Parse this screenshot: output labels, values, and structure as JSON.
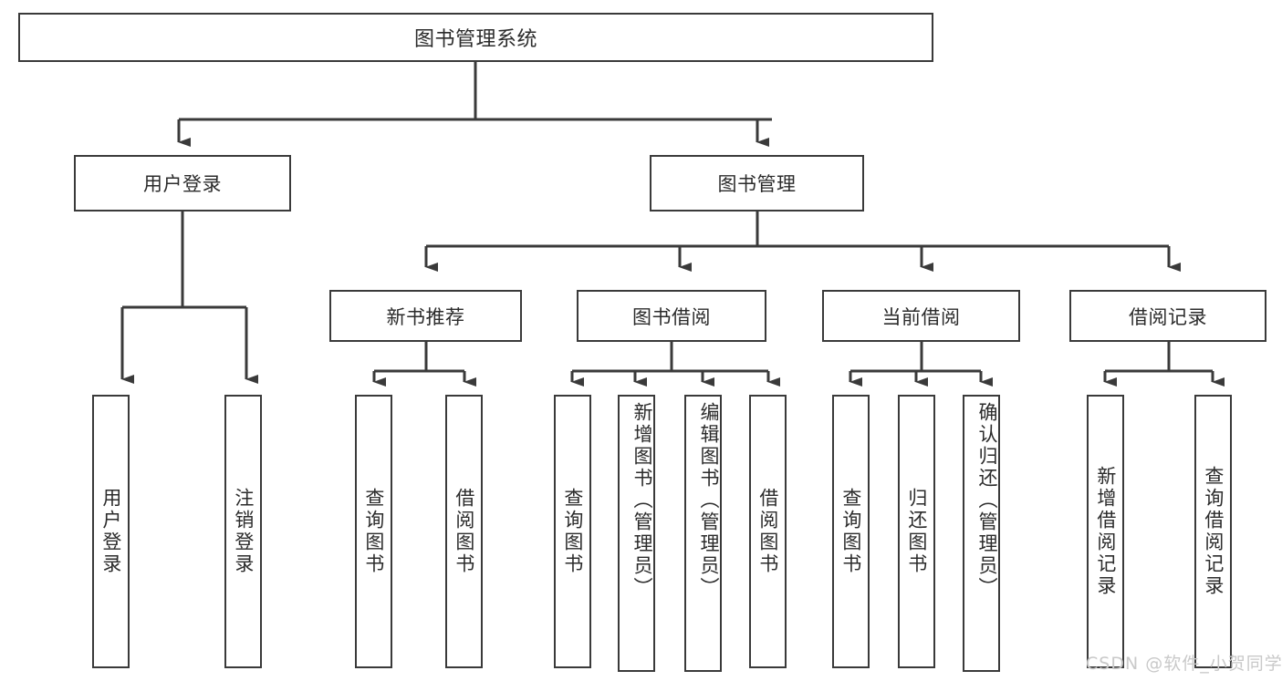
{
  "diagram": {
    "type": "tree",
    "title": "图书管理系统",
    "watermark": "CSDN @软件_小贺同学",
    "colors": {
      "border": "#3a3a3a",
      "text": "#2b2b2b",
      "background": "#ffffff",
      "watermark": "#c9c9c9"
    },
    "nodes": {
      "root": "图书管理系统",
      "l1": [
        {
          "label": "用户登录"
        },
        {
          "label": "图书管理"
        }
      ],
      "l2": [
        {
          "label": "新书推荐"
        },
        {
          "label": "图书借阅"
        },
        {
          "label": "当前借阅"
        },
        {
          "label": "借阅记录"
        }
      ],
      "leaves_user_login": [
        {
          "label": "用户登录"
        },
        {
          "label": "注销登录"
        }
      ],
      "leaves_new_book": [
        {
          "label": "查询图书"
        },
        {
          "label": "借阅图书"
        }
      ],
      "leaves_borrow": [
        {
          "label": "查询图书"
        },
        {
          "label": "新增图书（管理员）"
        },
        {
          "label": "编辑图书（管理员）"
        },
        {
          "label": "借阅图书"
        }
      ],
      "leaves_current": [
        {
          "label": "查询图书"
        },
        {
          "label": "归还图书"
        },
        {
          "label": "确认归还（管理员）"
        }
      ],
      "leaves_record": [
        {
          "label": "新增借阅记录"
        },
        {
          "label": "查询借阅记录"
        }
      ]
    }
  }
}
